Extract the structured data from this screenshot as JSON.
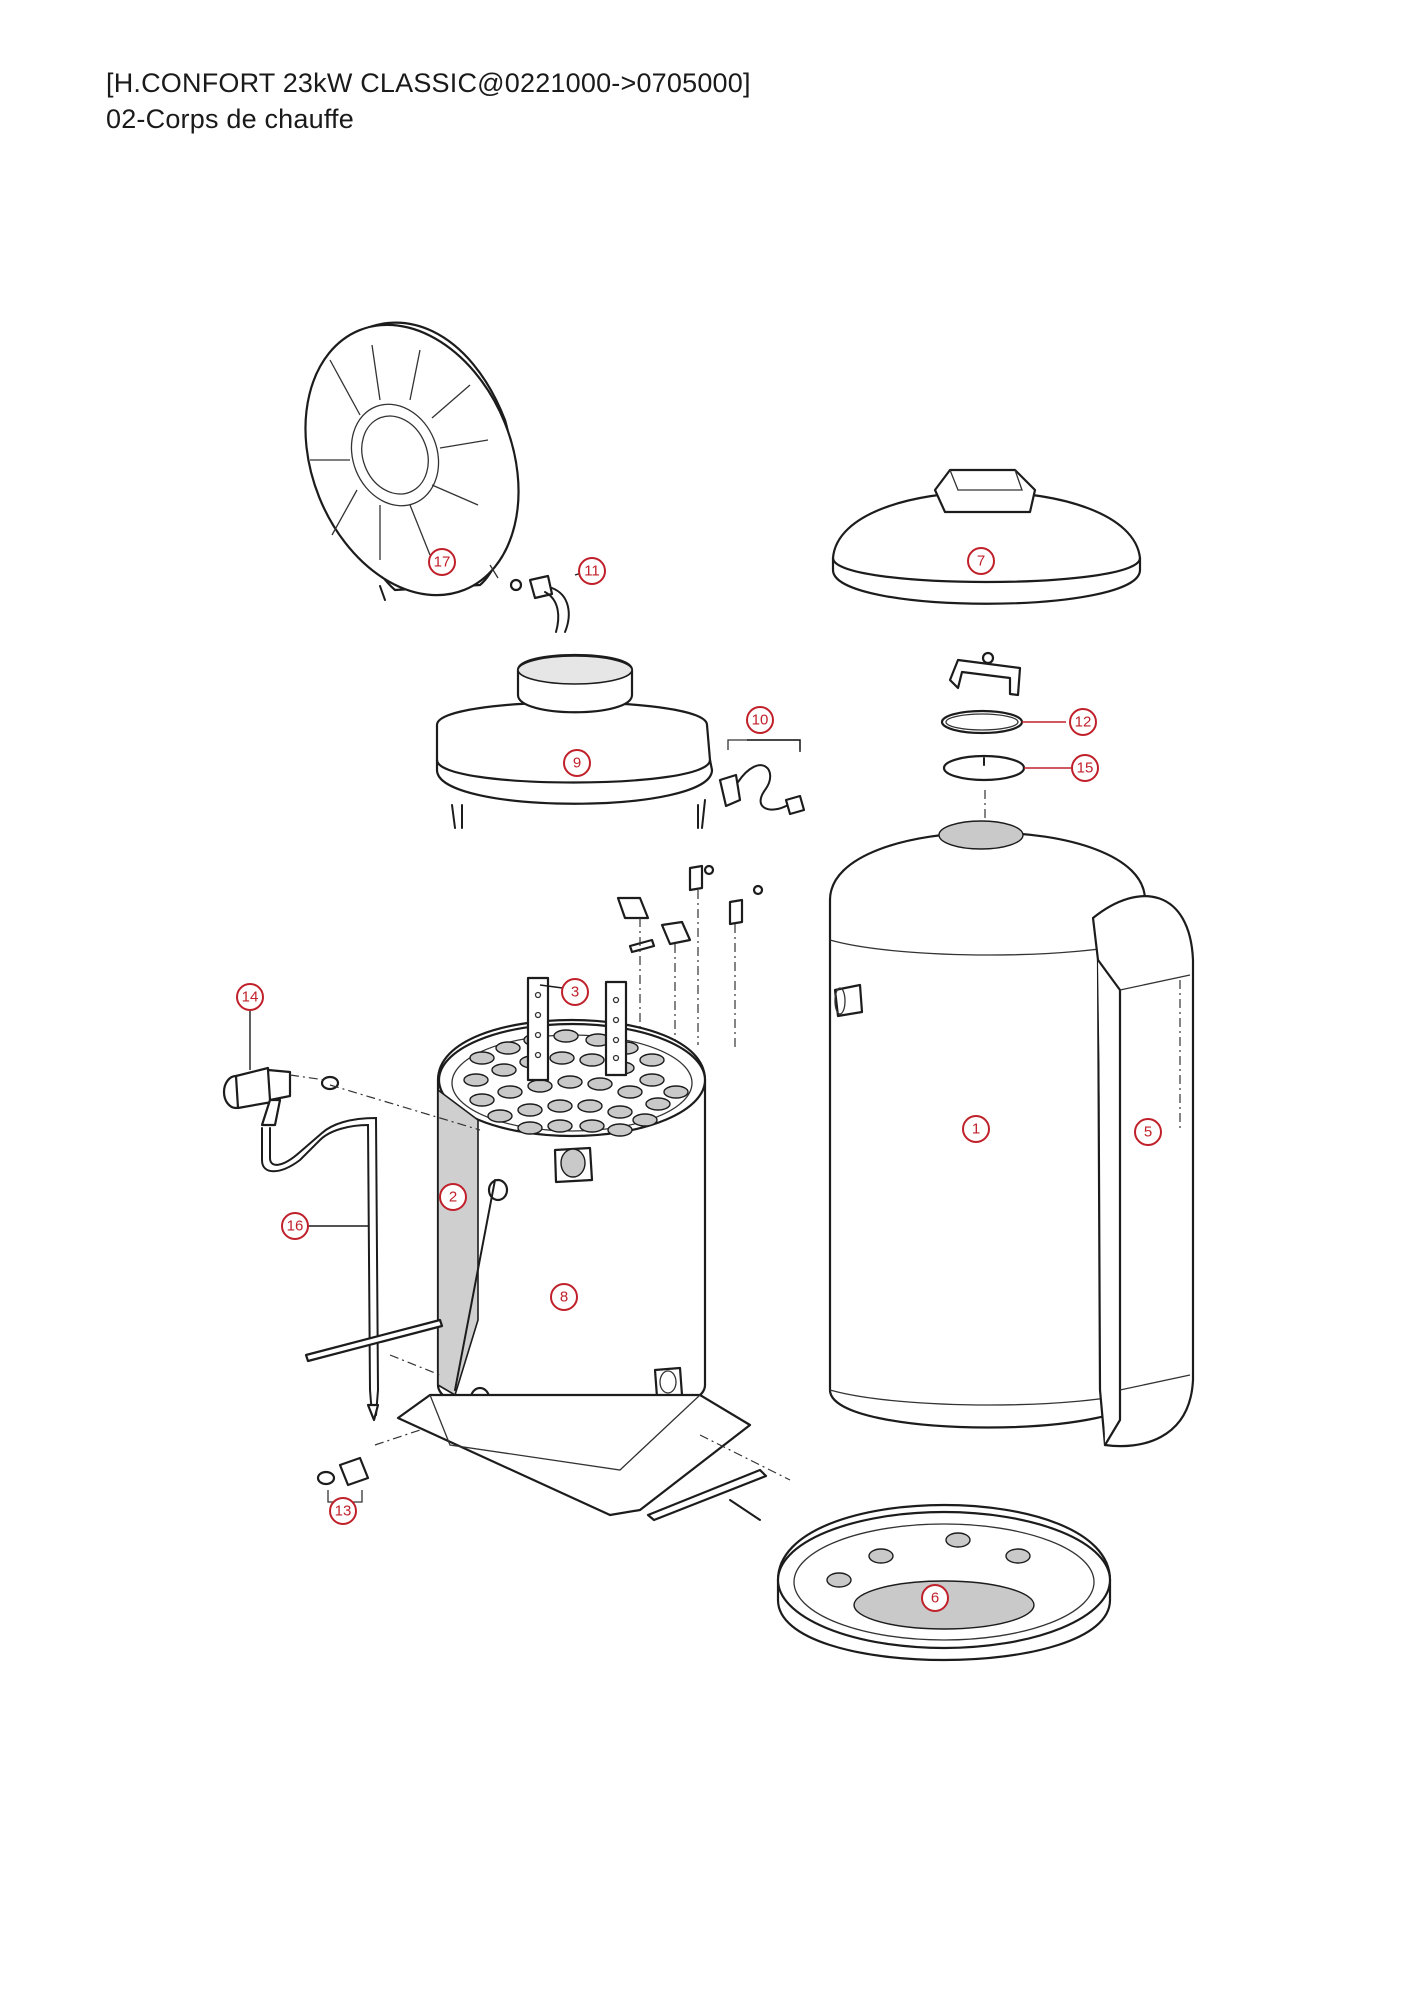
{
  "header": {
    "model": "[H.CONFORT 23kW CLASSIC@0221000->0705000]",
    "section": "02-Corps de chauffe"
  },
  "colors": {
    "callout": "#c0202a",
    "line": "#1c1c1c",
    "background": "#ffffff"
  },
  "callouts": {
    "c1": "1",
    "c2": "2",
    "c3": "3",
    "c5": "5",
    "c6": "6",
    "c7": "7",
    "c8": "8",
    "c9": "9",
    "c10": "10",
    "c11": "11",
    "c12": "12",
    "c13": "13",
    "c14": "14",
    "c15": "15",
    "c16": "16",
    "c17": "17"
  }
}
